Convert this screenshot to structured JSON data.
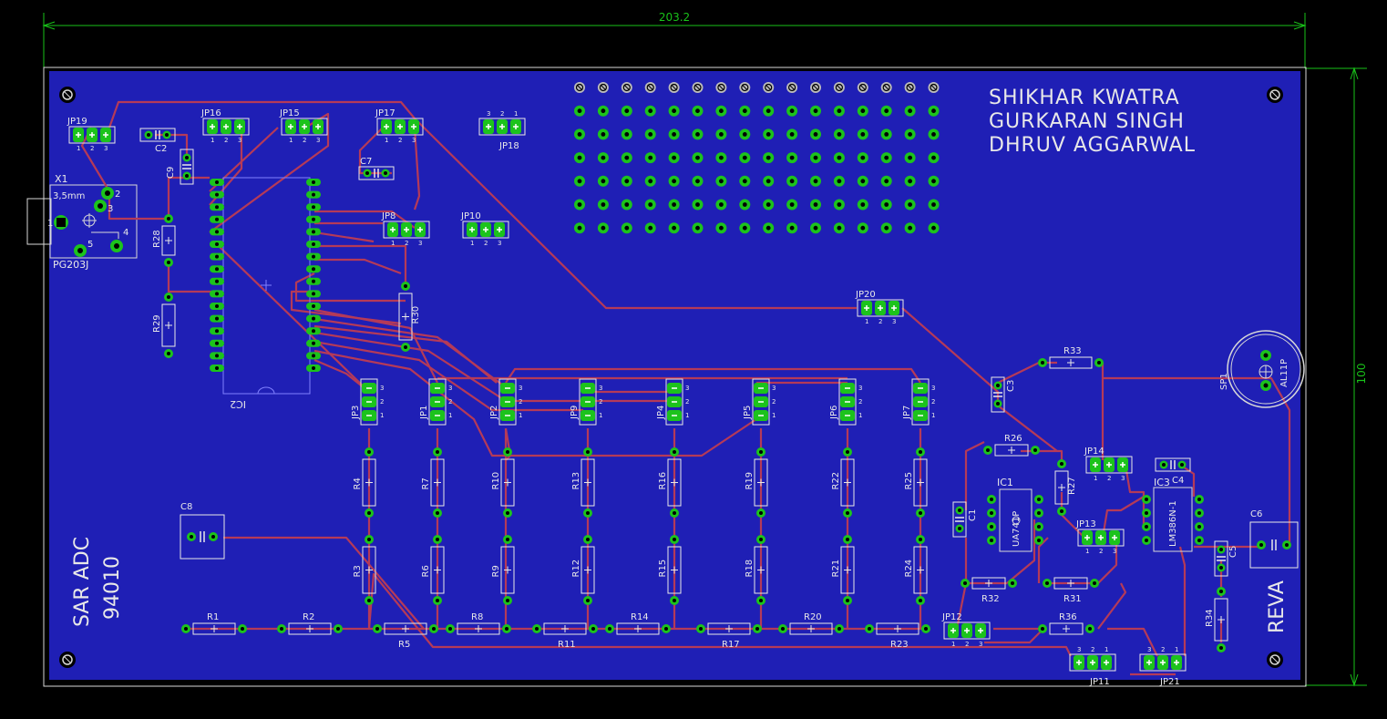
{
  "dimensions": {
    "width_label": "203.2",
    "height_label": "100"
  },
  "authors": [
    "SHIKHAR KWATRA",
    "GURKARAN SINGH",
    "DHRUV AGGARWAL"
  ],
  "board_title": [
    "SAR ADC",
    "94010"
  ],
  "board_mark": "REVA",
  "colors": {
    "board": "#1f1fb5",
    "trace": "#b53a58",
    "pad": "#1cc31c",
    "silk": "#e8e8e8",
    "dimension": "#19c219"
  },
  "connectors": {
    "x1": {
      "ref": "X1",
      "size": "3,5mm",
      "part": "PG203J",
      "pins": [
        "2",
        "3",
        "1",
        "5",
        "4"
      ]
    }
  },
  "jumpers": [
    {
      "ref": "JP19",
      "pins": [
        "1",
        "2",
        "3"
      ]
    },
    {
      "ref": "JP16",
      "pins": [
        "1",
        "2",
        "3"
      ]
    },
    {
      "ref": "JP15",
      "pins": [
        "1",
        "2",
        "3"
      ]
    },
    {
      "ref": "JP17",
      "pins": [
        "1",
        "2",
        "3"
      ]
    },
    {
      "ref": "JP18",
      "pins": [
        "3",
        "2",
        "1"
      ]
    },
    {
      "ref": "JP8",
      "pins": [
        "1",
        "2",
        "3"
      ]
    },
    {
      "ref": "JP10",
      "pins": [
        "1",
        "2",
        "3"
      ]
    },
    {
      "ref": "JP20",
      "pins": [
        "1",
        "2",
        "3"
      ]
    },
    {
      "ref": "JP14",
      "pins": [
        "1",
        "2",
        "3"
      ]
    },
    {
      "ref": "JP13",
      "pins": [
        "1",
        "2",
        "3"
      ]
    },
    {
      "ref": "JP12",
      "pins": [
        "1",
        "2",
        "3"
      ]
    },
    {
      "ref": "JP11",
      "pins": [
        "3",
        "2",
        "1"
      ]
    },
    {
      "ref": "JP21",
      "pins": [
        "3",
        "2",
        "1"
      ]
    },
    {
      "ref": "JP3",
      "pins": [
        "1",
        "2",
        "3"
      ]
    },
    {
      "ref": "JP1",
      "pins": [
        "1",
        "2",
        "3"
      ]
    },
    {
      "ref": "JP2",
      "pins": [
        "1",
        "2",
        "3"
      ]
    },
    {
      "ref": "JP9",
      "pins": [
        "1",
        "2",
        "3"
      ]
    },
    {
      "ref": "JP4",
      "pins": [
        "1",
        "2",
        "3"
      ]
    },
    {
      "ref": "JP5",
      "pins": [
        "1",
        "2",
        "3"
      ]
    },
    {
      "ref": "JP6",
      "pins": [
        "1",
        "2",
        "3"
      ]
    },
    {
      "ref": "JP7",
      "pins": [
        "1",
        "2",
        "3"
      ]
    }
  ],
  "capacitors": [
    "C2",
    "C9",
    "C7",
    "C8",
    "C1",
    "C3",
    "C4",
    "C5",
    "C6"
  ],
  "resistors": [
    "R28",
    "R29",
    "R30",
    "R4",
    "R3",
    "R7",
    "R6",
    "R10",
    "R9",
    "R13",
    "R12",
    "R16",
    "R15",
    "R19",
    "R18",
    "R22",
    "R21",
    "R25",
    "R24",
    "R1",
    "R2",
    "R5",
    "R8",
    "R11",
    "R14",
    "R17",
    "R20",
    "R23",
    "R26",
    "R27",
    "R32",
    "R31",
    "R33",
    "R36",
    "R34"
  ],
  "ics": [
    "IC2",
    "IC1",
    "IC3"
  ],
  "ic_values": {
    "ic1": "UA741P",
    "ic3": "LM386N-1"
  },
  "speaker": {
    "ref": "SP1",
    "value": "AL11P"
  },
  "protoboard": {
    "rows": 7,
    "cols": 16
  }
}
